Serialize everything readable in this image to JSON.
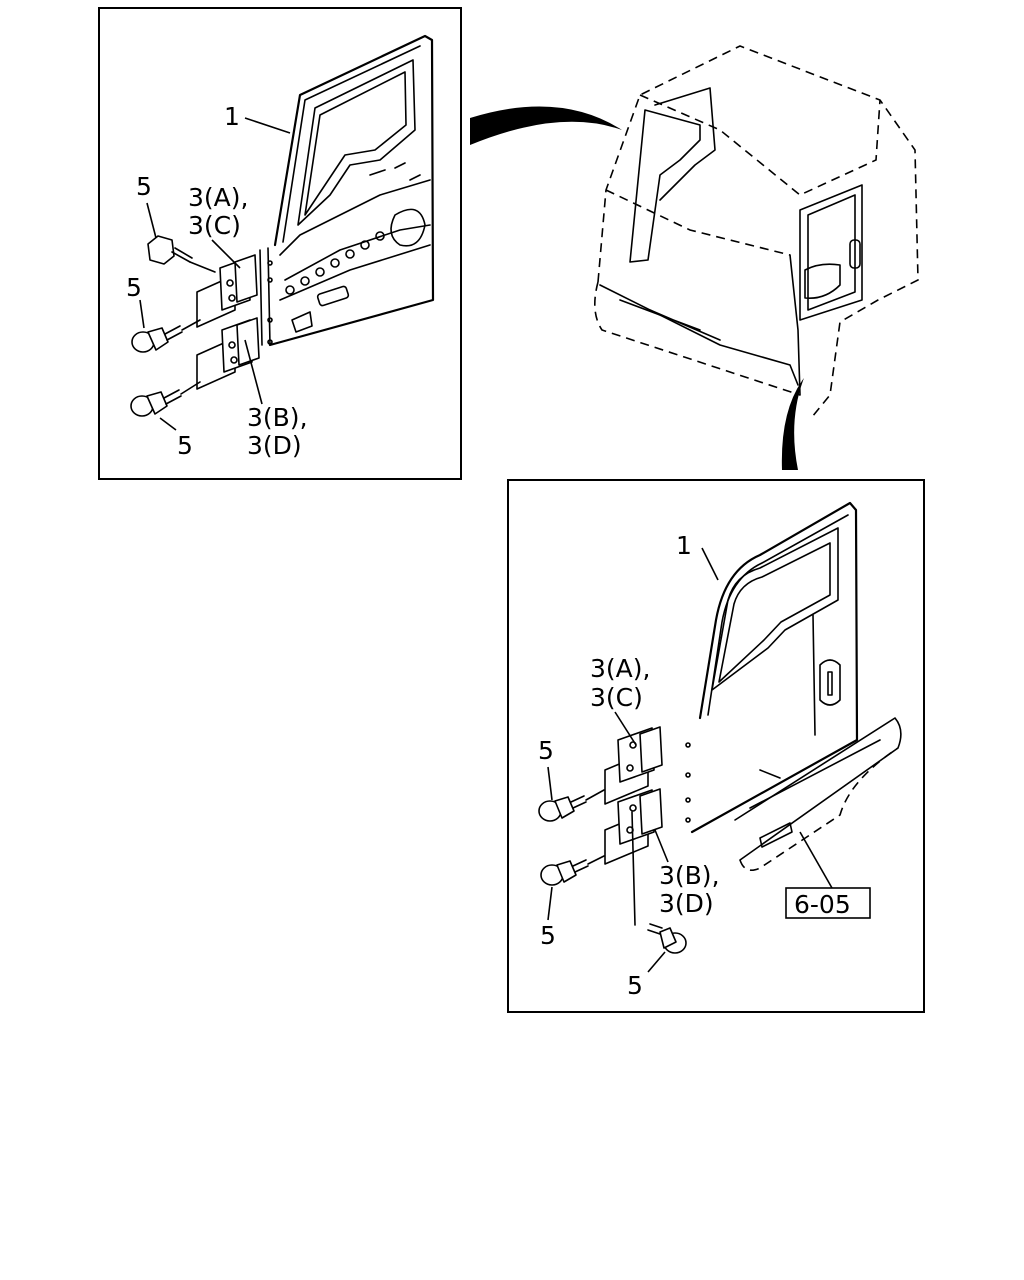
{
  "left_panel": {
    "door_label": "1",
    "hinge_upper_line1": "3(A),",
    "hinge_upper_line2": "3(C)",
    "hinge_lower_line1": "3(B),",
    "hinge_lower_line2": "3(D)",
    "bolt_label_1": "5",
    "bolt_label_2": "5",
    "bolt_label_3": "5"
  },
  "right_panel": {
    "door_label": "1",
    "hinge_upper_line1": "3(A),",
    "hinge_upper_line2": "3(C)",
    "hinge_lower_line1": "3(B),",
    "hinge_lower_line2": "3(D)",
    "bolt_label_1": "5",
    "bolt_label_2": "5",
    "bolt_label_3": "5",
    "reference_label": "6-05"
  }
}
